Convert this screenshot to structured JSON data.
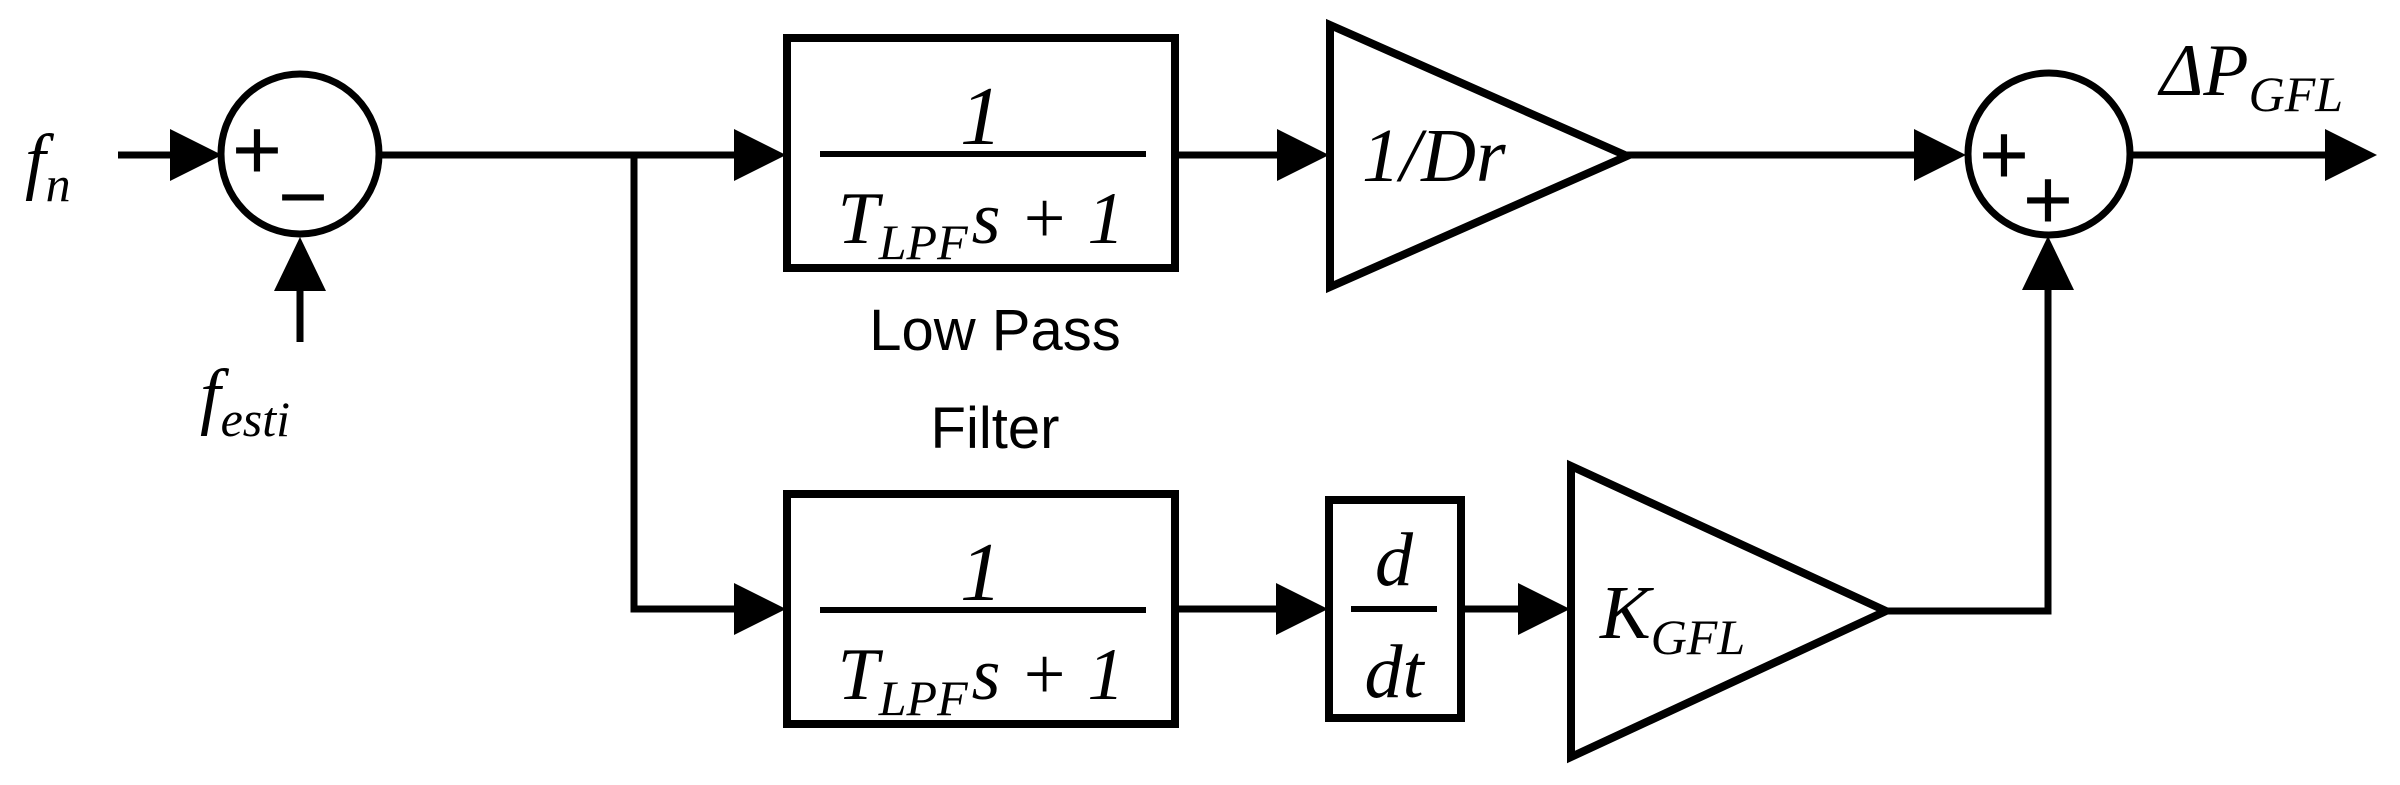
{
  "colors": {
    "ink": "#000000",
    "background": "#ffffff"
  },
  "inputs": {
    "fn": {
      "base": "f",
      "sub": "n"
    },
    "festi": {
      "base": "f",
      "sub": "esti"
    }
  },
  "output": {
    "base": "ΔP",
    "sub": "GFL"
  },
  "summing_junctions": {
    "sum1": {
      "sign_left": "+",
      "sign_bottom": "−"
    },
    "sum2": {
      "sign_left": "+",
      "sign_bottom": "+"
    }
  },
  "transfer_function": {
    "numerator": "1",
    "den_base": "T",
    "den_sub": "LPF",
    "den_rest": "s + 1"
  },
  "lpf_caption": {
    "line1": "Low Pass",
    "line2": "Filter"
  },
  "derivative_block": {
    "numerator": "d",
    "denominator": "dt"
  },
  "gains": {
    "droop": "1/Dr",
    "gfl": {
      "base": "K",
      "sub": "GFL"
    }
  }
}
